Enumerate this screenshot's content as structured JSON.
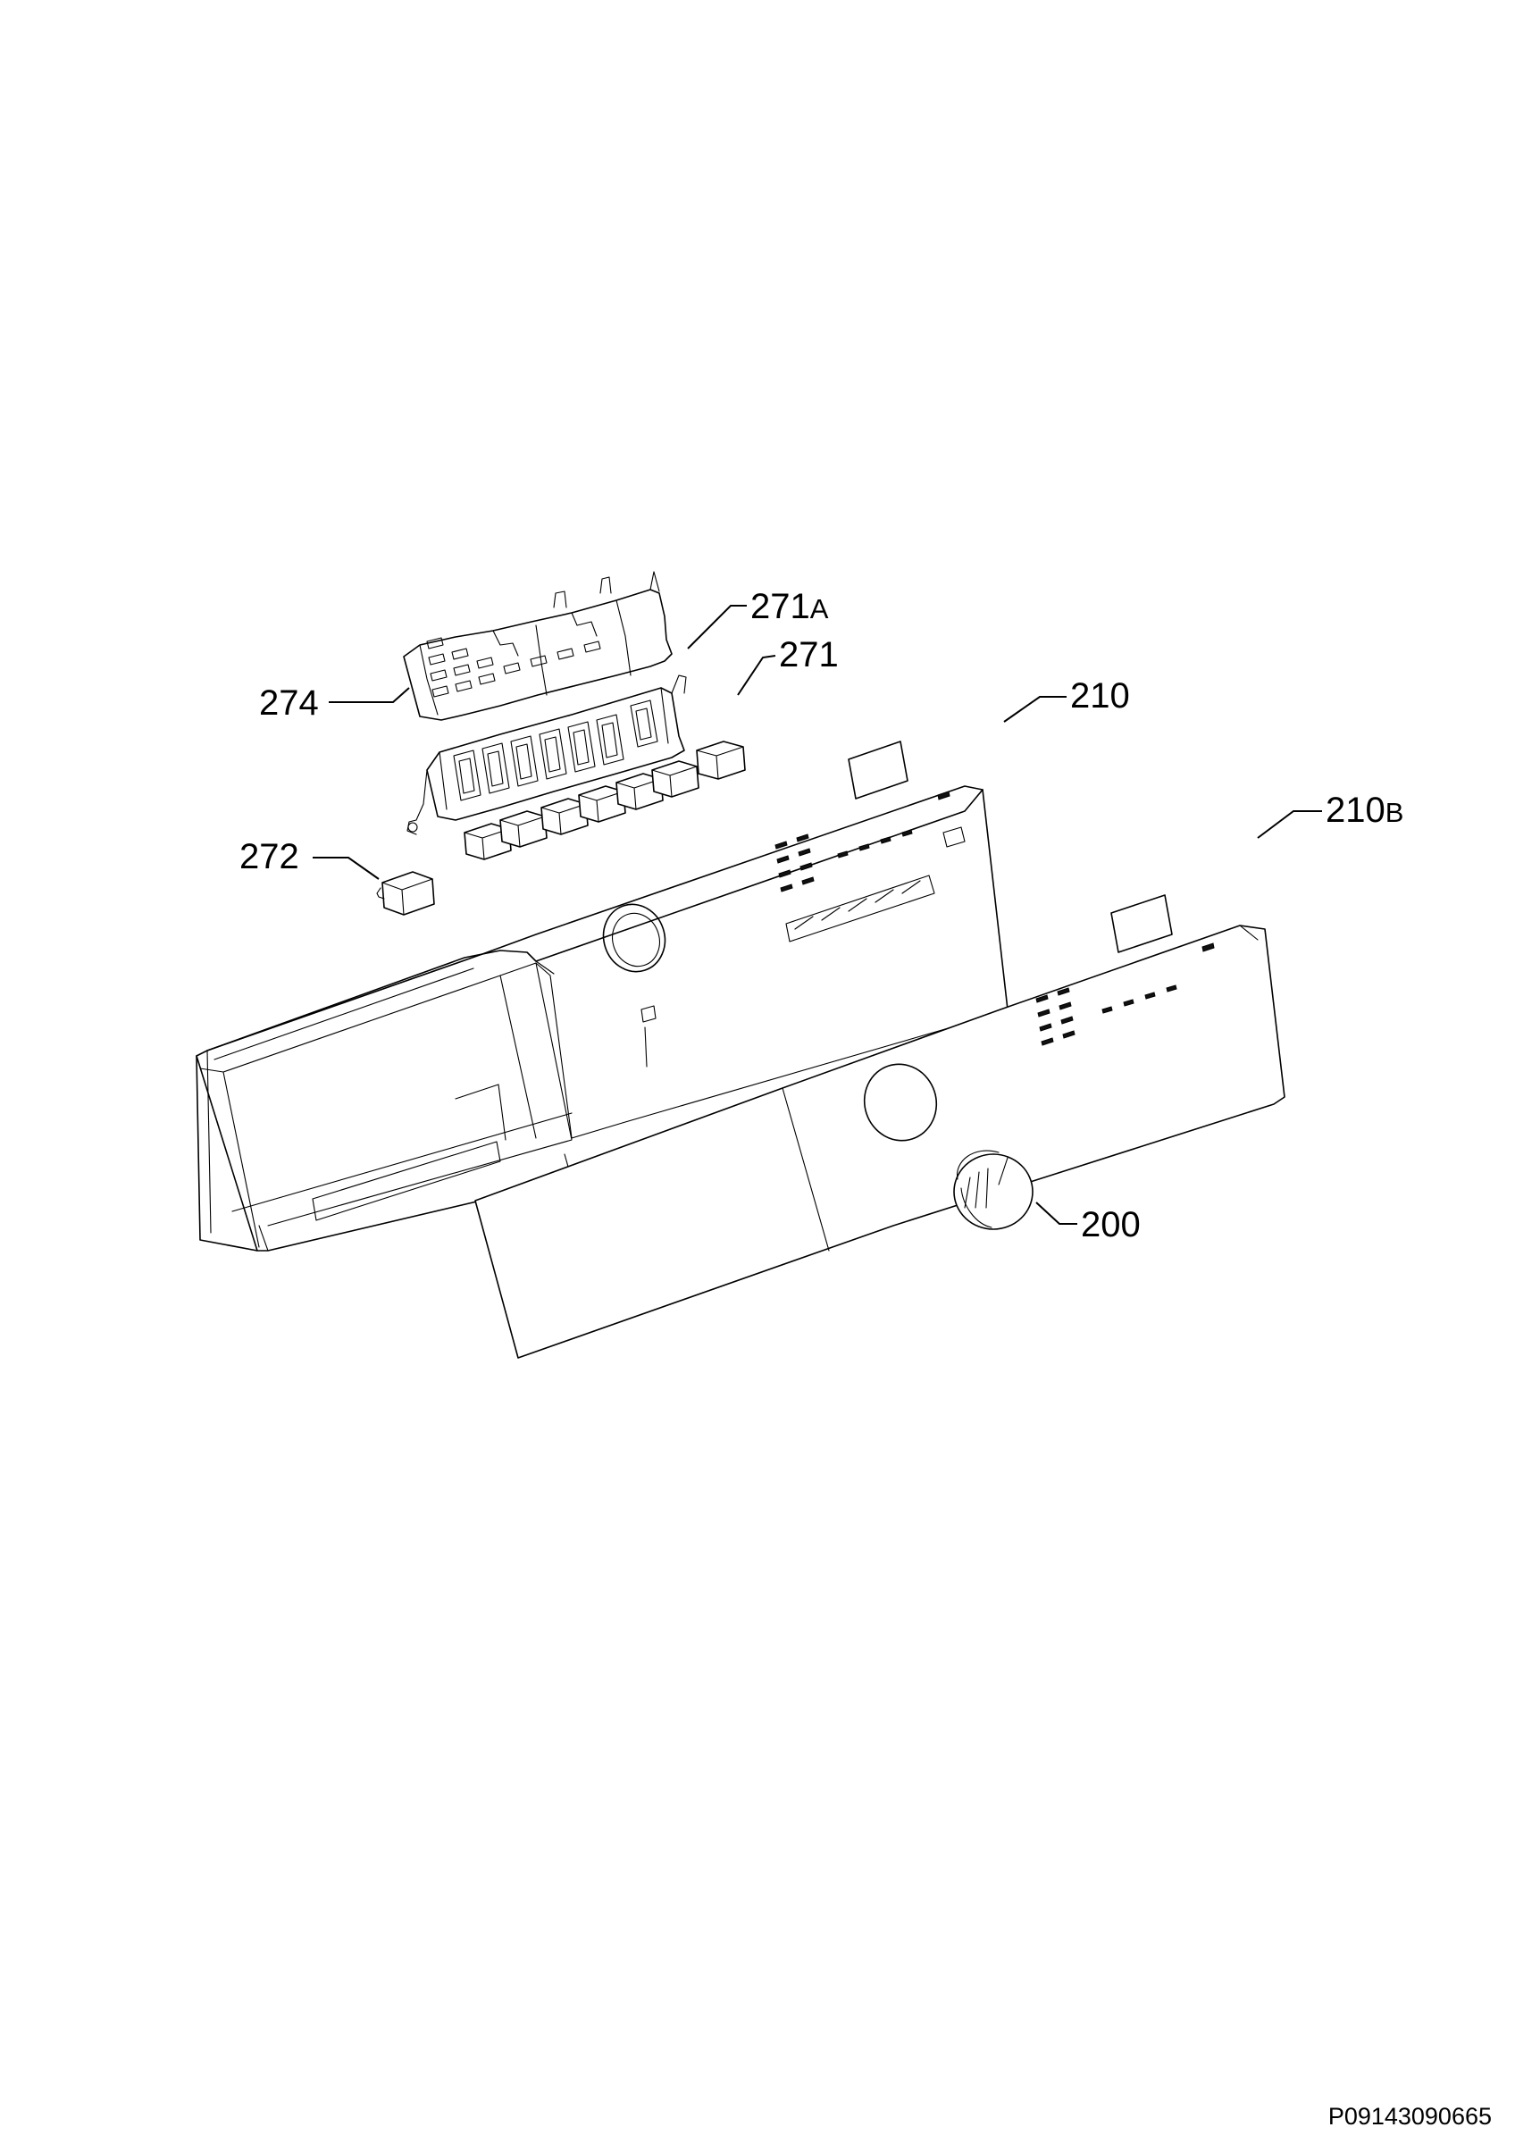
{
  "diagram": {
    "part_labels": [
      {
        "id": "274",
        "text": "274",
        "suffix": ""
      },
      {
        "id": "271A",
        "text": "271",
        "suffix": "A"
      },
      {
        "id": "271",
        "text": "271",
        "suffix": ""
      },
      {
        "id": "210",
        "text": "210",
        "suffix": ""
      },
      {
        "id": "210B",
        "text": "210",
        "suffix": "B"
      },
      {
        "id": "272",
        "text": "272",
        "suffix": ""
      },
      {
        "id": "200",
        "text": "200",
        "suffix": ""
      }
    ],
    "drawing_code": "P09143090665"
  }
}
